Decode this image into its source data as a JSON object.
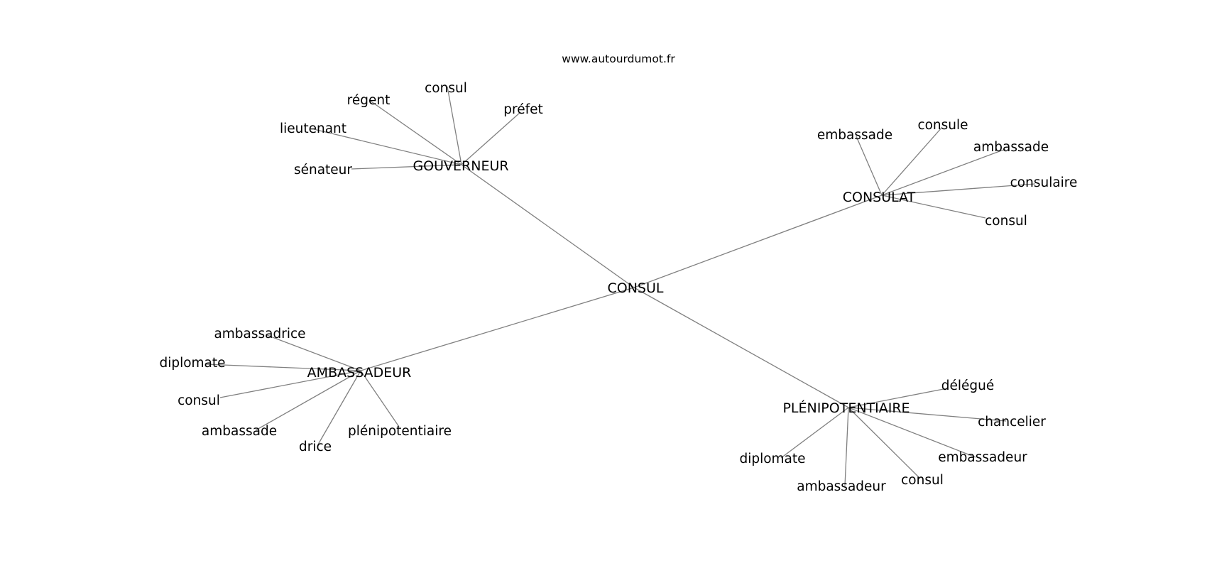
{
  "source": "www.autourdumot.fr",
  "colors": {
    "edge": "#808080",
    "text": "#000000",
    "background": "#ffffff"
  },
  "graph": {
    "center": "CONSUL",
    "clusters": [
      {
        "hub": "GOUVERNEUR",
        "leaves": [
          "consul",
          "régent",
          "préfet",
          "lieutenant",
          "sénateur"
        ]
      },
      {
        "hub": "CONSULAT",
        "leaves": [
          "embassade",
          "consule",
          "ambassade",
          "consulaire",
          "consul"
        ]
      },
      {
        "hub": "AMBASSADEUR",
        "leaves": [
          "ambassadrice",
          "diplomate",
          "consul",
          "ambassade",
          "drice",
          "plénipotentiaire"
        ]
      },
      {
        "hub": "PLÉNIPOTENTIAIRE",
        "leaves": [
          "délégué",
          "chancelier",
          "embassadeur",
          "diplomate",
          "ambassadeur",
          "consul"
        ]
      }
    ]
  }
}
